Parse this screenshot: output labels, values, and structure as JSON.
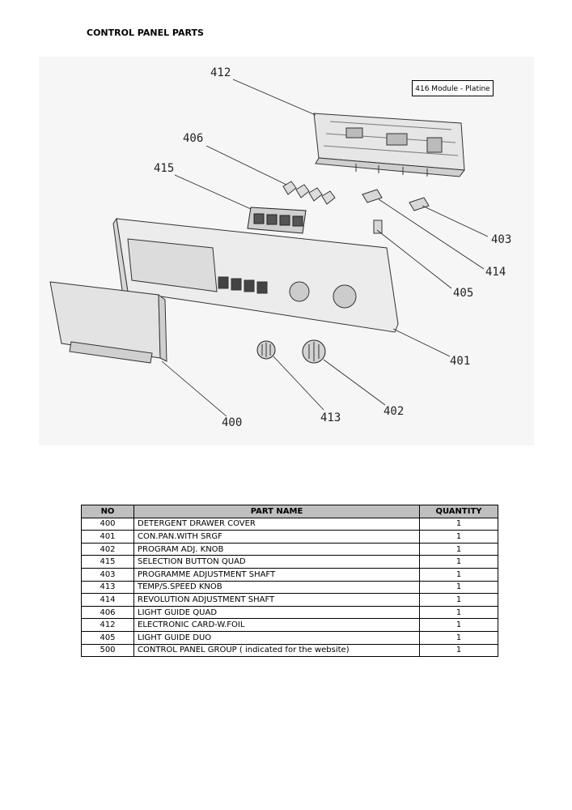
{
  "page_title": "CONTROL PANEL PARTS",
  "module_label": "416 Module - Platine",
  "callouts": {
    "c412": "412",
    "c406": "406",
    "c415": "415",
    "c403": "403",
    "c414": "414",
    "c405": "405",
    "c401": "401",
    "c400": "400",
    "c413": "413",
    "c402": "402"
  },
  "table": {
    "headers": {
      "no": "NO",
      "part_name": "PART NAME",
      "quantity": "QUANTITY"
    },
    "rows": [
      {
        "no": "400",
        "name": "DETERGENT DRAWER COVER",
        "qty": "1"
      },
      {
        "no": "401",
        "name": "CON.PAN.WITH SRGF",
        "qty": "1"
      },
      {
        "no": "402",
        "name": "PROGRAM ADJ. KNOB",
        "qty": "1"
      },
      {
        "no": "415",
        "name": "SELECTION BUTTON QUAD",
        "qty": "1"
      },
      {
        "no": "403",
        "name": "PROGRAMME ADJUSTMENT  SHAFT",
        "qty": "1"
      },
      {
        "no": "413",
        "name": "TEMP/S.SPEED KNOB",
        "qty": "1"
      },
      {
        "no": "414",
        "name": "REVOLUTION ADJUSTMENT  SHAFT",
        "qty": "1"
      },
      {
        "no": "406",
        "name": "LIGHT GUIDE QUAD",
        "qty": "1"
      },
      {
        "no": "412",
        "name": "ELECTRONIC CARD-W.FOIL",
        "qty": "1"
      },
      {
        "no": "405",
        "name": "LIGHT GUIDE DUO",
        "qty": "1"
      },
      {
        "no": "500",
        "name": "CONTROL PANEL GROUP ( indicated for the website)",
        "qty": "1"
      }
    ]
  }
}
